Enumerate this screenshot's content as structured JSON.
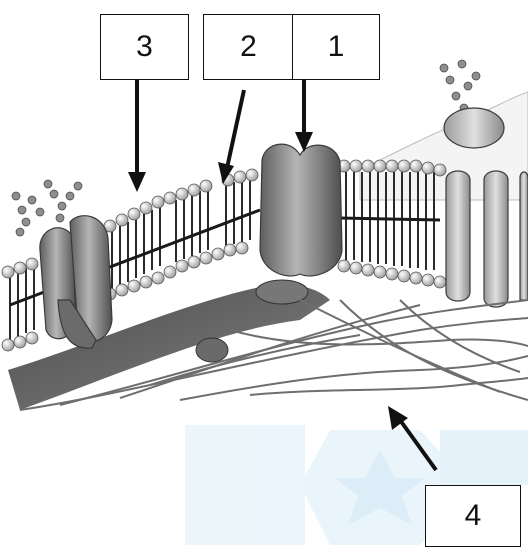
{
  "labels": {
    "box_1": "1",
    "box_2": "2",
    "box_3": "3",
    "box_4": "4"
  },
  "colors": {
    "background": "#ffffff",
    "outline": "#111111",
    "protein": "#8a8a8a",
    "phospholipid_head": "#d9d9d9",
    "cytoskeleton": "#7a7a7a",
    "watermark": "#e6f3fb"
  }
}
